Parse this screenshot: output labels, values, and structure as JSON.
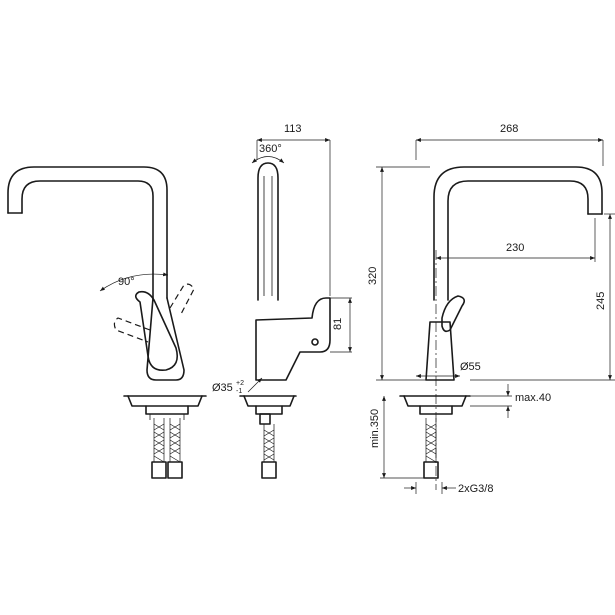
{
  "dimensions": {
    "width_side": "113",
    "rotation": "360°",
    "lever_angle": "90°",
    "lever_height": "81",
    "mount_hole": "Ø35",
    "mount_tol_plus": "+2",
    "mount_tol_minus": "-1",
    "overall_width": "268",
    "spout_reach": "230",
    "overall_height": "320",
    "spout_height": "245",
    "base_diameter": "Ø55",
    "max_deck": "max.40",
    "hose_length": "min.350",
    "connection": "2xG3/8"
  }
}
